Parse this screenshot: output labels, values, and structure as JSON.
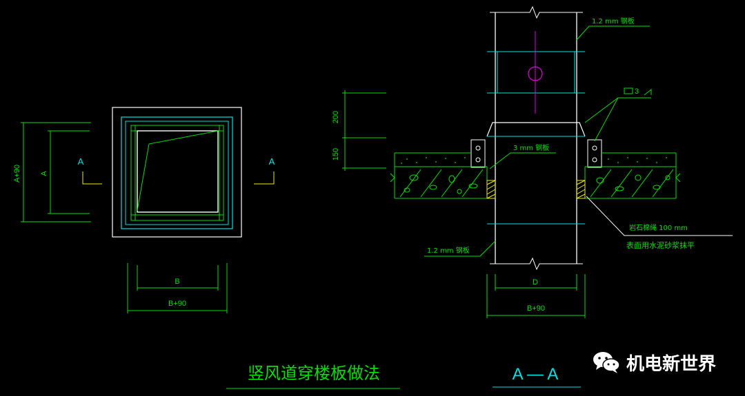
{
  "colors": {
    "bg": "#000000",
    "green": "#00e000",
    "white": "#ffffff",
    "cyan": "#00e0e0",
    "magenta": "#e000e0",
    "yellow": "#f0f000"
  },
  "plan": {
    "dim_a90": "A+90",
    "dim_a": "A",
    "section_mark_left": "A",
    "section_mark_right": "A",
    "dim_b": "B",
    "dim_b90": "B+90"
  },
  "section": {
    "label_top_plate": "1.2 mm  钢板",
    "label_weld": "3",
    "label_mid_plate": "3 mm  钢板",
    "label_bottom_plate": "1.2 mm  钢板",
    "label_insulation": "岩石棉绳     100 mm",
    "label_finish": "表面用水泥砂浆抹平",
    "dim_200": "200",
    "dim_150": "150",
    "dim_d": "D",
    "dim_b90": "B+90"
  },
  "captions": {
    "plan_title": "竖风道穿楼板做法",
    "section_title": "A — A"
  },
  "watermark": {
    "icon": "wechat-icon",
    "text": "机电新世界"
  }
}
